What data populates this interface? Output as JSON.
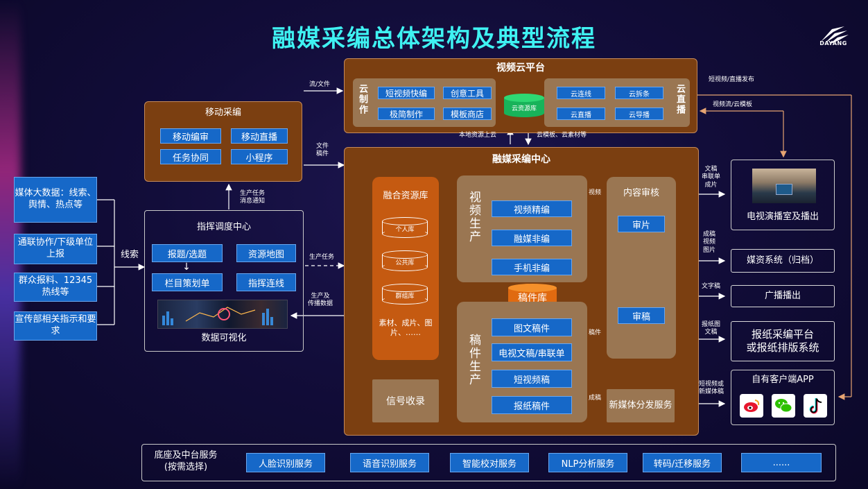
{
  "title": "融媒采编总体架构及典型流程",
  "logo": {
    "text": "DAYANG"
  },
  "left_inputs": [
    "媒体大数据：线索、舆情、热点等",
    "通联协作/下级单位上报",
    "群众报料、12345热线等",
    "宣传部相关指示和要求"
  ],
  "labels": {
    "xiansuo": "线索",
    "liu_wenjian": "流/文件",
    "wenjian_gaojian": "文件\n稿件",
    "shengchan_renwu_xiaoxi": "生产任务\n消息通知",
    "shengchan_renwu": "生产任务",
    "shengchan_chuanbo": "生产及\n传播数据",
    "bendi_shangyun": "本地资源上云",
    "yun_mubanm": "云模板、云素材等",
    "shipin_label": "视频",
    "gaojian_label": "稿件",
    "chenggao_label": "成稿",
    "duan_zhibo": "短视频/直播发布",
    "shipinliu_yunmoban": "视频流/云模板",
    "r_wengao": "文稿\n串联单\n成片",
    "r_chenggao": "成稿\n视频\n图片",
    "r_wenzigao": "文字稿",
    "r_baozhi": "报纸图\n文稿",
    "r_duanshipin": "短视频或\n新媒体稿"
  },
  "mobile": {
    "title": "移动采编",
    "buttons": [
      "移动编审",
      "移动直播",
      "任务协同",
      "小程序"
    ]
  },
  "command": {
    "title": "指挥调度中心",
    "buttons": [
      "报题/选题",
      "资源地图",
      "栏目策划单",
      "指挥连线"
    ],
    "viz_label": "数据可视化"
  },
  "cloud": {
    "title": "视频云平台",
    "left_vertical": "云制作",
    "left_buttons": [
      "短视频快编",
      "创意工具",
      "极简制作",
      "模板商店"
    ],
    "db": "云资源库",
    "right_vertical": "云直播",
    "right_buttons": [
      "云连线",
      "云拆条",
      "云直播",
      "云导播"
    ]
  },
  "center": {
    "title": "融媒采编中心",
    "resource_lib": {
      "title": "融合资源库",
      "dbs": [
        "个人库",
        "公共库",
        "群组库"
      ],
      "desc": "素材、成片、图片、……"
    },
    "signal": "信号收录",
    "video_prod": {
      "vertical": "视频生产",
      "buttons": [
        "视频精编",
        "融媒非编",
        "手机非编"
      ]
    },
    "manuscript_db": "稿件库",
    "manu_prod": {
      "vertical": "稿件生产",
      "buttons": [
        "图文稿件",
        "电视文稿/串联单",
        "短视频稿",
        "报纸稿件"
      ]
    },
    "review": {
      "title": "内容审核",
      "buttons": [
        "审片",
        "审稿"
      ]
    },
    "newmedia": "新媒体分发服务"
  },
  "outputs": {
    "tv": "电视演播室及播出",
    "media_asset": "媒资系统（归档）",
    "broadcast": "广播播出",
    "newspaper": "报纸采编平台\n或报纸排版系统",
    "app": "自有客户端APP"
  },
  "footer": {
    "title": "底座及中台服务\n(按需选择)",
    "services": [
      "人脸识别服务",
      "语音识别服务",
      "智能校对服务",
      "NLP分析服务",
      "转码/迁移服务",
      "......"
    ]
  },
  "colors": {
    "title": "#3ff2f2",
    "brown": "#7b3f11",
    "tan": "#9a7652",
    "orange": "#c55a11",
    "blue": "#1668c8"
  }
}
